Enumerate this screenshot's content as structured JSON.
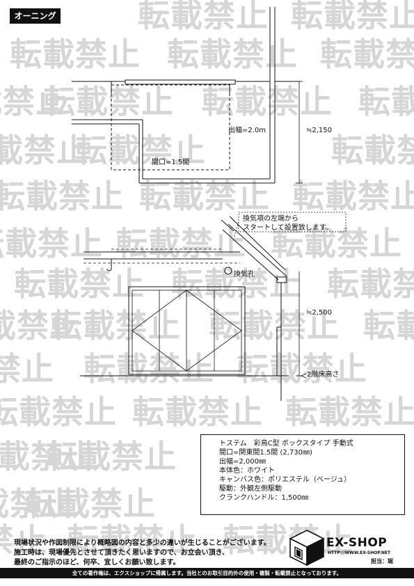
{
  "header": {
    "tag": "オーニング"
  },
  "watermark": {
    "text": "転載禁止"
  },
  "plan_view": {
    "width_label": "出幅=2.0m",
    "opening_label": "間口=1.5間",
    "height_label": "≒2,150"
  },
  "elevation_view": {
    "note_line1": "換気項の左端から",
    "note_line2": "スタートして設置致します。",
    "vent_label": "換気孔",
    "height_label": "≒2,500",
    "floor_label": "2階床高さ"
  },
  "spec": {
    "lines": [
      "トステム　彩鳥C型 ボックスタイプ 手動式",
      "間口=関東間1.5間 (2,730㎜)",
      "出幅=2,000㎜",
      "本体色：ホワイト",
      "キャンバス色：ポリエステル（ベージュ）",
      "駆動：外観左側駆動",
      "クランクハンドル：1,500㎜"
    ]
  },
  "notice": {
    "line1": "現場状況や作図制限により概略図の内容と多少の違いが生じることがございます。",
    "line2": "施工時は、現場優先とさせて頂きたく思いますので、お立会い頂き、",
    "line3": "最終のご指示のほど、何卒、宜しくお願い致します。"
  },
  "logo": {
    "name": "EX-SHOP",
    "url": "HTTP://WWW.EX-SHOP.NET",
    "staff": "担当：堀"
  },
  "footer": {
    "text": "全ての著作権は、エクスショップに帰属します。当社とのお取引目的外の使用・複製・転載禁止となっております。"
  },
  "colors": {
    "ink": "#111111",
    "watermark": "#d6d6d6",
    "background": "#ffffff"
  }
}
